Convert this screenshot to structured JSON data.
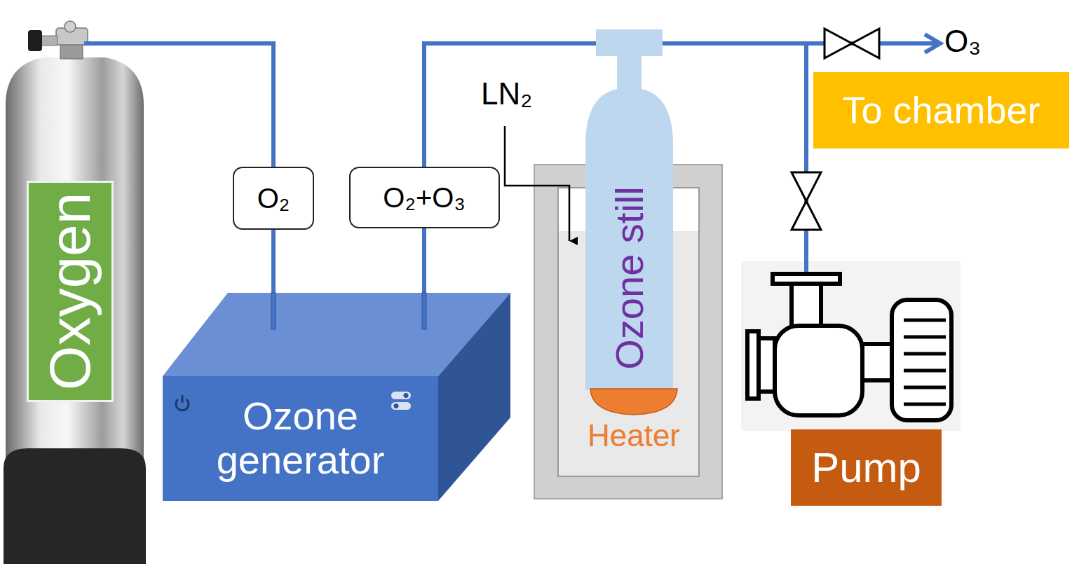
{
  "diagram": {
    "nodes": [
      {
        "text": [
          "Oxygen"
        ]
      },
      {
        "text": [
          "O₂"
        ]
      },
      {
        "text": [
          "Ozone generator"
        ]
      },
      {
        "text": [
          "O₂+O₃"
        ]
      },
      {
        "text": [
          "Ozone still"
        ]
      },
      {
        "text": [
          "Heater"
        ]
      },
      {
        "text": [
          "O₃",
          "To chamber"
        ]
      },
      {
        "text": [
          "Pump"
        ]
      }
    ],
    "edges": [
      {
        "from": 0,
        "to": 1,
        "arrow": "none"
      },
      {
        "from": 1,
        "to": 2,
        "arrow": "none"
      },
      {
        "from": 2,
        "to": 3,
        "arrow": "none"
      },
      {
        "from": 3,
        "to": 4,
        "arrow": "none"
      },
      {
        "from": 4,
        "to": 6,
        "arrow": "to"
      },
      {
        "from": 7,
        "to": 4,
        "arrow": "none"
      }
    ],
    "labels": [
      "LN₂"
    ]
  }
}
